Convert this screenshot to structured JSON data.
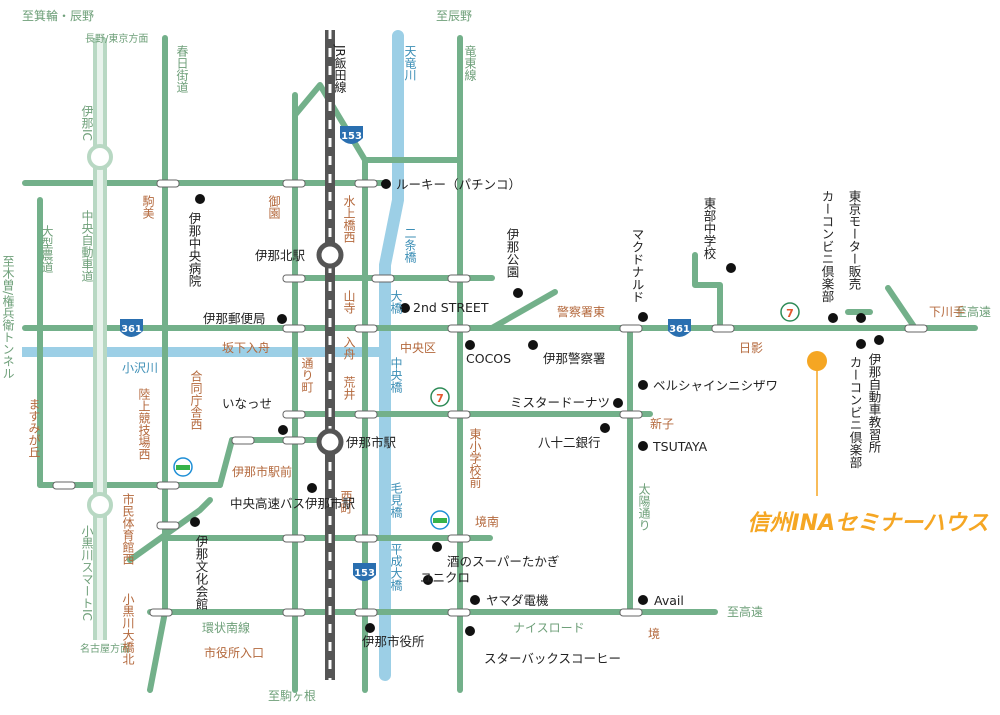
{
  "brand": {
    "logo": "信州INAセミナーハウス",
    "color": "#f5a623"
  },
  "colors": {
    "road": "#73b08a",
    "river": "#9ccfe6",
    "rail_dark": "#555555",
    "shield": "#2a6fb0",
    "brown_text": "#b4693d"
  },
  "directions": {
    "top_left": "至箕輪・辰野",
    "top_mid": "至辰野",
    "left": "至木曽/権兵衛トンネル",
    "right": "至高遠",
    "bottom": "至駒ヶ根",
    "bottom_right": "至高遠",
    "nagano_tokyo": "長野/東京方面",
    "nagoya": "名古屋方面"
  },
  "roads": {
    "kasuga": "春日街道",
    "ryuto": "竜東線",
    "oshima": "大型農道",
    "chuo_exp": "中央自動車道",
    "ina_ic": "伊那IC",
    "kogurogawa_ic": "小黒川スマートIC",
    "kanjo_minami": "環状南線",
    "nice_road": "ナイスロード",
    "taiyo": "太陽通り"
  },
  "rivers": {
    "tenryu": "天竜川",
    "ozawa": "小沢川"
  },
  "rail": {
    "jr": "JR飯田線",
    "ina_kita": "伊那北駅",
    "ina_shi": "伊那市駅"
  },
  "route_numbers": {
    "r153": "153",
    "r361": "361"
  },
  "intersections": {
    "komayoshi": "駒美",
    "misono": "御園",
    "mizukamibashi_nishi": "水上橋西",
    "nijobashi": "二条橋",
    "yamadera": "山寺",
    "ohashi": "大橋",
    "sakashita_iriifune": "坂下入舟",
    "iriifune": "入舟",
    "chuoku": "中央区",
    "keisatsusho_higashi": "警察署東",
    "hikage": "日影",
    "shimokawate": "下川手",
    "toorimachi": "通り町",
    "arai": "荒井",
    "chuobashi": "中央橋",
    "godochosha_nishi": "合同庁舎西",
    "inashi_eki_mae": "伊那市駅前",
    "rikujo_nishi": "陸上競技場西",
    "higashi_shogakko": "東小学校前",
    "arako": "新子",
    "masumigaoka": "ますみが丘",
    "shimin_taiikukan": "市民体育館西",
    "nishimachi": "西町",
    "kemibashi": "毛見橋",
    "sakaiminami": "境南",
    "heisei_ohashi": "平成大橋",
    "koguro_ohashi": "小黒川大橋北",
    "shiyakusho_iriguchi": "市役所入口",
    "sakai": "境"
  },
  "places": {
    "rookie": "ルーキー（パチンコ）",
    "ina_chuo_hospital": "伊那中央病院",
    "ina_park": "伊那公園",
    "mcdonalds": "マクドナルド",
    "higashibu_jhs": "東部中学校",
    "carcombi1": "カーコンビニ倶楽部",
    "tokyo_motor": "東京モーター販売",
    "ina_post": "伊那郵便局",
    "second_street": "2nd STREET",
    "cocos": "COCOS",
    "police": "伊那警察署",
    "carcombi2": "カーコンビニ倶楽部",
    "ina_driving_school": "伊那自動車教習所",
    "bell_shinya": "ベルシャインニシザワ",
    "inaase": "いなっせ",
    "mister_donut": "ミスタードーナツ",
    "bank82": "八十二銀行",
    "tsutaya": "TSUTAYA",
    "chuo_bus": "中央高速バス伊那市駅",
    "ina_bunka": "伊那文化会館",
    "sake_takagi": "酒のスーパーたかぎ",
    "uniqlo": "ユニクロ",
    "yamada": "ヤマダ電機",
    "avail": "Avail",
    "city_hall": "伊那市役所",
    "starbucks": "スターバックスコーヒー"
  },
  "store_icons": [
    "seven-eleven-icon",
    "familymart-icon",
    "traffic-light-icon",
    "station-icon",
    "interchange-icon"
  ]
}
